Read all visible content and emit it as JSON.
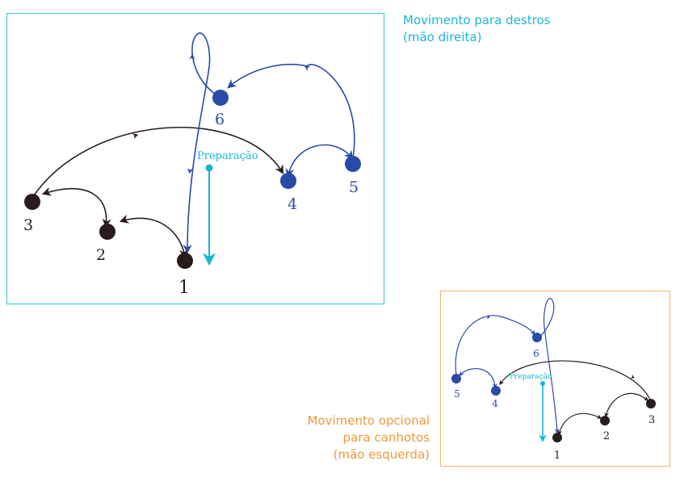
{
  "right_caption": {
    "line1": "Movimento para destros",
    "line2": "(mão direita)"
  },
  "left_caption": {
    "line1": "Movimento opcional",
    "line2": "para canhotos",
    "line3": "(mão esquerda)"
  },
  "right_diagram": {
    "prep_label": "Preparação",
    "beats": {
      "b1": "1",
      "b2": "2",
      "b3": "3",
      "b4": "4",
      "b5": "5",
      "b6": "6"
    }
  },
  "left_diagram": {
    "prep_label": "Preparação",
    "beats": {
      "b1": "1",
      "b2": "2",
      "b3": "3",
      "b4": "4",
      "b5": "5",
      "b6": "6"
    }
  },
  "colors": {
    "dark": "#2a1b1d",
    "blue": "#2a4aa8",
    "cyan": "#18b6d8",
    "orange": "#f09a3a",
    "frame_cyan": "#35c4dc"
  }
}
